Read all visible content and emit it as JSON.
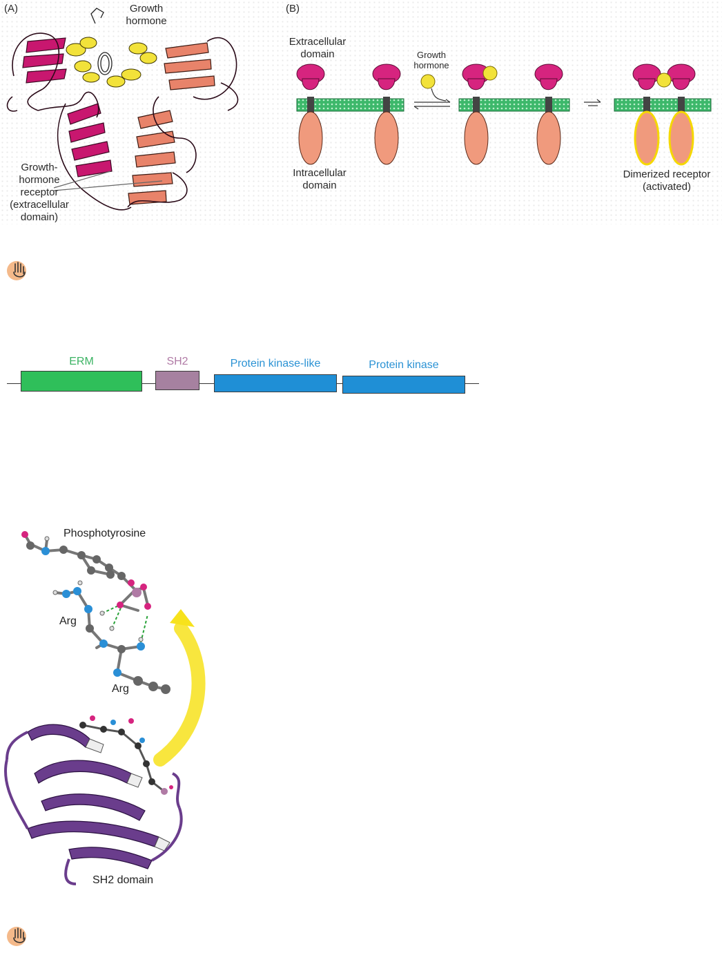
{
  "panel_a": {
    "label": "(A)",
    "hormone_label": [
      "Growth",
      "hormone"
    ],
    "receptor_label": [
      "Growth-",
      "hormone",
      "receptor",
      "(extracellular",
      "domain)"
    ]
  },
  "panel_b": {
    "label": "(B)",
    "extracellular_label": [
      "Extracellular",
      "domain"
    ],
    "hormone_label": [
      "Growth",
      "hormone"
    ],
    "intracellular_label": [
      "Intracellular",
      "domain"
    ],
    "dimer_label": [
      "Dimerized receptor",
      "(activated)"
    ]
  },
  "domain_map": {
    "domains": [
      {
        "label": "ERM",
        "color": "#2fbf5a",
        "text_color": "#3bb363"
      },
      {
        "label": "SH2",
        "color": "#a681a0",
        "text_color": "#b07aa5"
      },
      {
        "label": "Protein kinase-like",
        "color": "#1f8fd6",
        "text_color": "#2a92d4"
      },
      {
        "label": "Protein kinase",
        "color": "#1f8fd6",
        "text_color": "#2a92d4"
      }
    ]
  },
  "panel_c": {
    "phospho_label": "Phosphotyrosine",
    "arg1_label": "Arg",
    "arg2_label": "Arg",
    "sh2_label": "SH2 domain"
  },
  "colors": {
    "receptor_extra": "#d6247f",
    "receptor_intra": "#f09a7d",
    "hormone": "#f2e23a",
    "membrane": "#3db86b",
    "activated_outline": "#f5d800",
    "sh2_ribbon": "#6a3d8c",
    "arrow_yellow": "#f7e21c"
  },
  "icons": [
    "media-hand-icon",
    "media-hand-icon"
  ]
}
